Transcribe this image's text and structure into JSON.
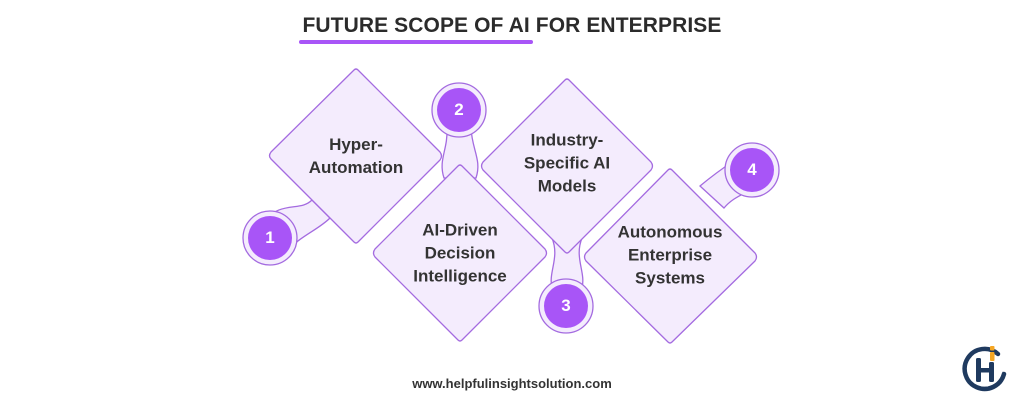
{
  "header": {
    "title_highlight": "FUTURE SCOPE OF AI",
    "title_rest": " FOR ENTERPRISE"
  },
  "steps": [
    {
      "number": "1",
      "label_lines": [
        "Hyper-",
        "Automation"
      ]
    },
    {
      "number": "2",
      "label_lines": [
        "AI-Driven",
        "Decision",
        "Intelligence"
      ]
    },
    {
      "number": "3",
      "label_lines": [
        "Industry-",
        "Specific AI",
        "Models"
      ]
    },
    {
      "number": "4",
      "label_lines": [
        "Autonomous",
        "Enterprise",
        "Systems"
      ]
    }
  ],
  "footer": {
    "website": "www.helpfulinsightsolution.com"
  },
  "logo": {
    "icon": "helpful-insight-logo",
    "primary_color": "#1f3a5f",
    "accent_color": "#f5a623"
  },
  "colors": {
    "accent": "#a855f7",
    "card_fill": "#f4ecfd",
    "card_stroke": "#a46be0",
    "text": "#333333"
  }
}
